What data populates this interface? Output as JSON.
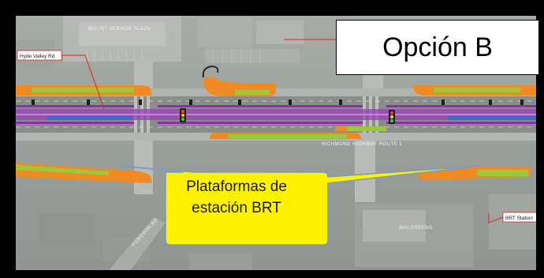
{
  "title": "Opción B",
  "callout": {
    "line1": "Plataformas de",
    "line2": "estación BRT"
  },
  "map_labels": {
    "plaza": "MOUNT VERNON PLAZA",
    "road_tag": "Hyde Valley Rd",
    "avenue": "RICHMOND HIGHWAY ROUTE 1",
    "station_tag": "BRT Station",
    "lot": "WALGREENS",
    "side_street": "FORDSON RD"
  },
  "colors": {
    "frame": "#000000",
    "median_bus_lane": "#9a3fb8",
    "brt_platform_orange": "#f08a24",
    "brt_platform_green": "#9cc93a",
    "bus_lane_blue": "#2e6fd8",
    "callout_fill": "#fff200",
    "callout_border": "#7a9cc6"
  }
}
